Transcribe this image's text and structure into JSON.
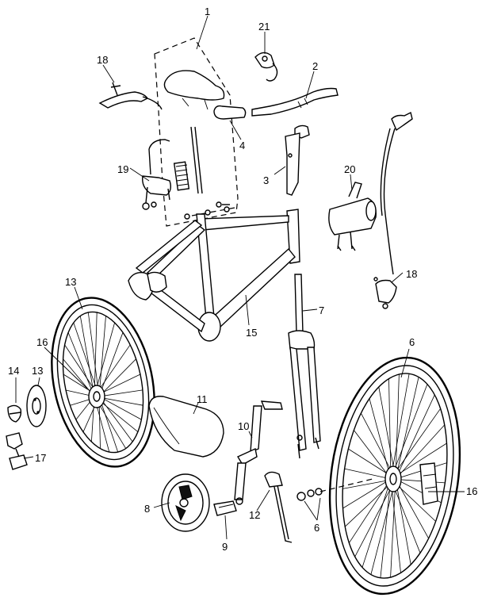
{
  "callouts": {
    "n1": "1",
    "n2": "2",
    "n3": "3",
    "n4": "4",
    "n6a": "6",
    "n6b": "6",
    "n7": "7",
    "n8": "8",
    "n9": "9",
    "n10": "10",
    "n11": "11",
    "n12": "12",
    "n13a": "13",
    "n13b": "13",
    "n14": "14",
    "n15": "15",
    "n16a": "16",
    "n16b": "16",
    "n17": "17",
    "n18a": "18",
    "n18b": "18",
    "n19": "19",
    "n20": "20",
    "n21": "21"
  },
  "colors": {
    "line": "#000000",
    "background": "#ffffff"
  }
}
